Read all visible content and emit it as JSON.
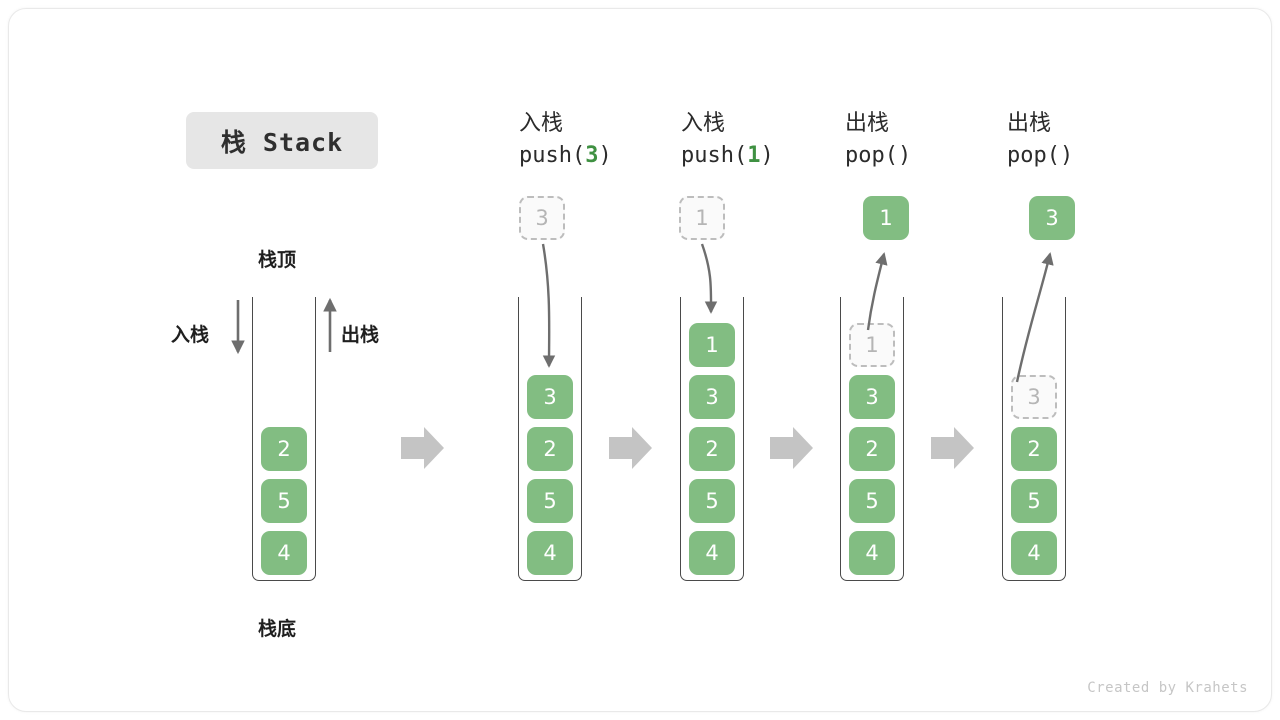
{
  "title": {
    "label": "栈 Stack"
  },
  "annotations": {
    "top": "栈顶",
    "bottom": "栈底",
    "push_side": "入栈",
    "pop_side": "出栈"
  },
  "footer": {
    "credit": "Created by Krahets"
  },
  "colors": {
    "cell_fill": "#82bd82",
    "cell_text": "#ffffff",
    "ghost_fill": "#fafafa",
    "ghost_border": "#bdbdbd",
    "ghost_text": "#b5b5b5",
    "accent_green": "#3f9142",
    "arrow_gray": "#6e6e6e",
    "step_arrow_gray": "#c4c4c4",
    "title_pill_bg": "#e6e6e6",
    "text_dark": "#2b2b2b"
  },
  "stages": [
    {
      "id": "initial",
      "op_cn": "",
      "op_code": "",
      "op_arg": "",
      "cells_bottom_to_top": [
        "4",
        "5",
        "2"
      ],
      "ghost_in_stack": null,
      "float_box": null
    },
    {
      "id": "push-3",
      "op_cn": "入栈",
      "op_code_prefix": "push(",
      "op_arg": "3",
      "op_code_suffix": ")",
      "cells_bottom_to_top": [
        "4",
        "5",
        "2",
        "3"
      ],
      "ghost_in_stack": null,
      "float_box": {
        "value": "3",
        "style": "ghost"
      }
    },
    {
      "id": "push-1",
      "op_cn": "入栈",
      "op_code_prefix": "push(",
      "op_arg": "1",
      "op_code_suffix": ")",
      "cells_bottom_to_top": [
        "4",
        "5",
        "2",
        "3",
        "1"
      ],
      "ghost_in_stack": null,
      "float_box": {
        "value": "1",
        "style": "ghost"
      }
    },
    {
      "id": "pop-1",
      "op_cn": "出栈",
      "op_code_prefix": "pop(",
      "op_arg": "",
      "op_code_suffix": ")",
      "cells_bottom_to_top": [
        "4",
        "5",
        "2",
        "3"
      ],
      "ghost_in_stack": {
        "value": "1"
      },
      "float_box": {
        "value": "1",
        "style": "solid"
      }
    },
    {
      "id": "pop-3",
      "op_cn": "出栈",
      "op_code_prefix": "pop(",
      "op_arg": "",
      "op_code_suffix": ")",
      "cells_bottom_to_top": [
        "4",
        "5",
        "2"
      ],
      "ghost_in_stack": {
        "value": "3"
      },
      "float_box": {
        "value": "3",
        "style": "solid"
      }
    }
  ]
}
